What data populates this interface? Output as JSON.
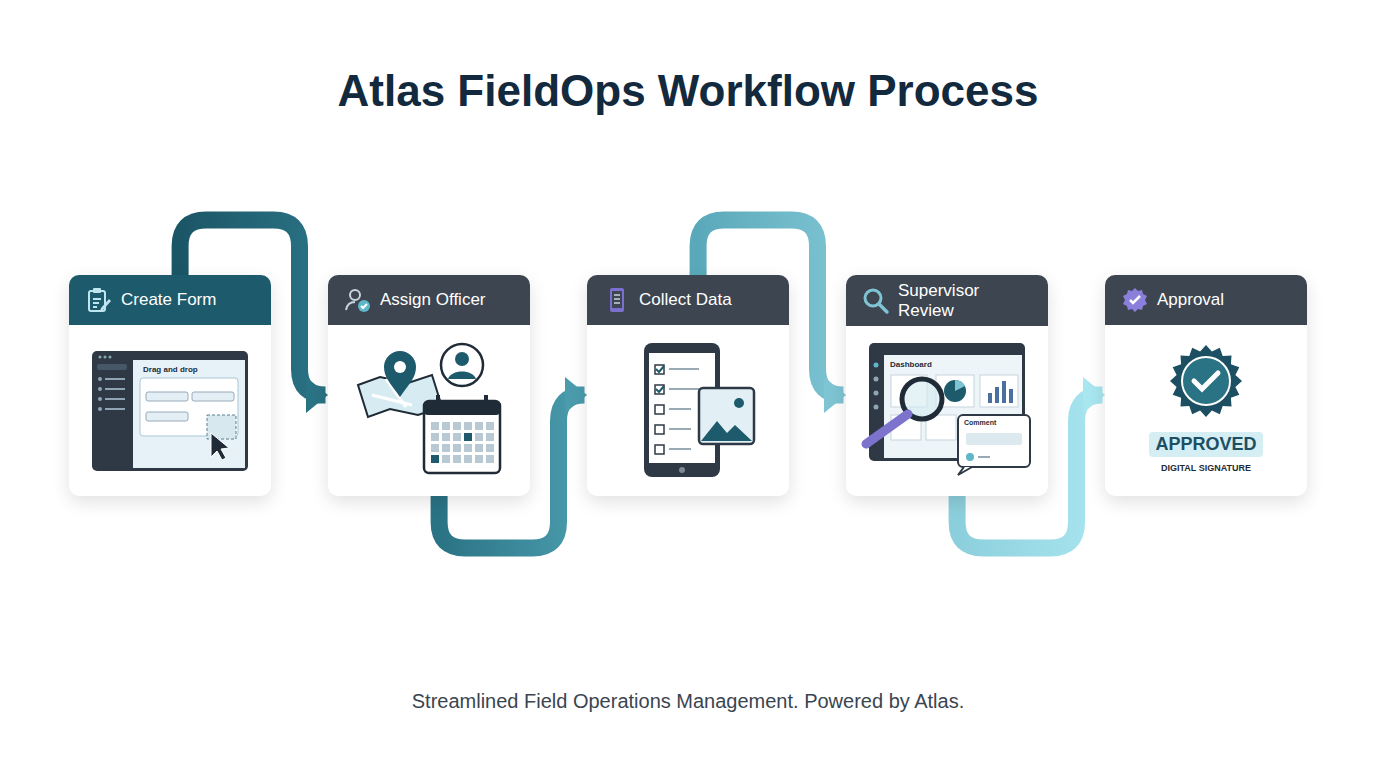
{
  "diagram": {
    "title": "Atlas FieldOps Workflow Process",
    "caption": "Streamlined Field Operations Management. Powered by Atlas.",
    "nodes": [
      {
        "text": [
          "Create Form"
        ]
      },
      {
        "text": [
          "Assign Officer"
        ]
      },
      {
        "text": [
          "Collect Data"
        ]
      },
      {
        "text": [
          "Supervisor Review"
        ]
      },
      {
        "text": [
          "Approval"
        ]
      }
    ],
    "edges": [
      {
        "from": 0,
        "to": 1,
        "arrow": "to"
      },
      {
        "from": 1,
        "to": 2,
        "arrow": "to"
      },
      {
        "from": 2,
        "to": 3,
        "arrow": "to"
      },
      {
        "from": 3,
        "to": 4,
        "arrow": "to"
      }
    ],
    "labels": [
      "Drag and drop",
      "Dashboard",
      "Comment",
      "APPROVED",
      "DIGITAL SIGNATURE"
    ]
  }
}
